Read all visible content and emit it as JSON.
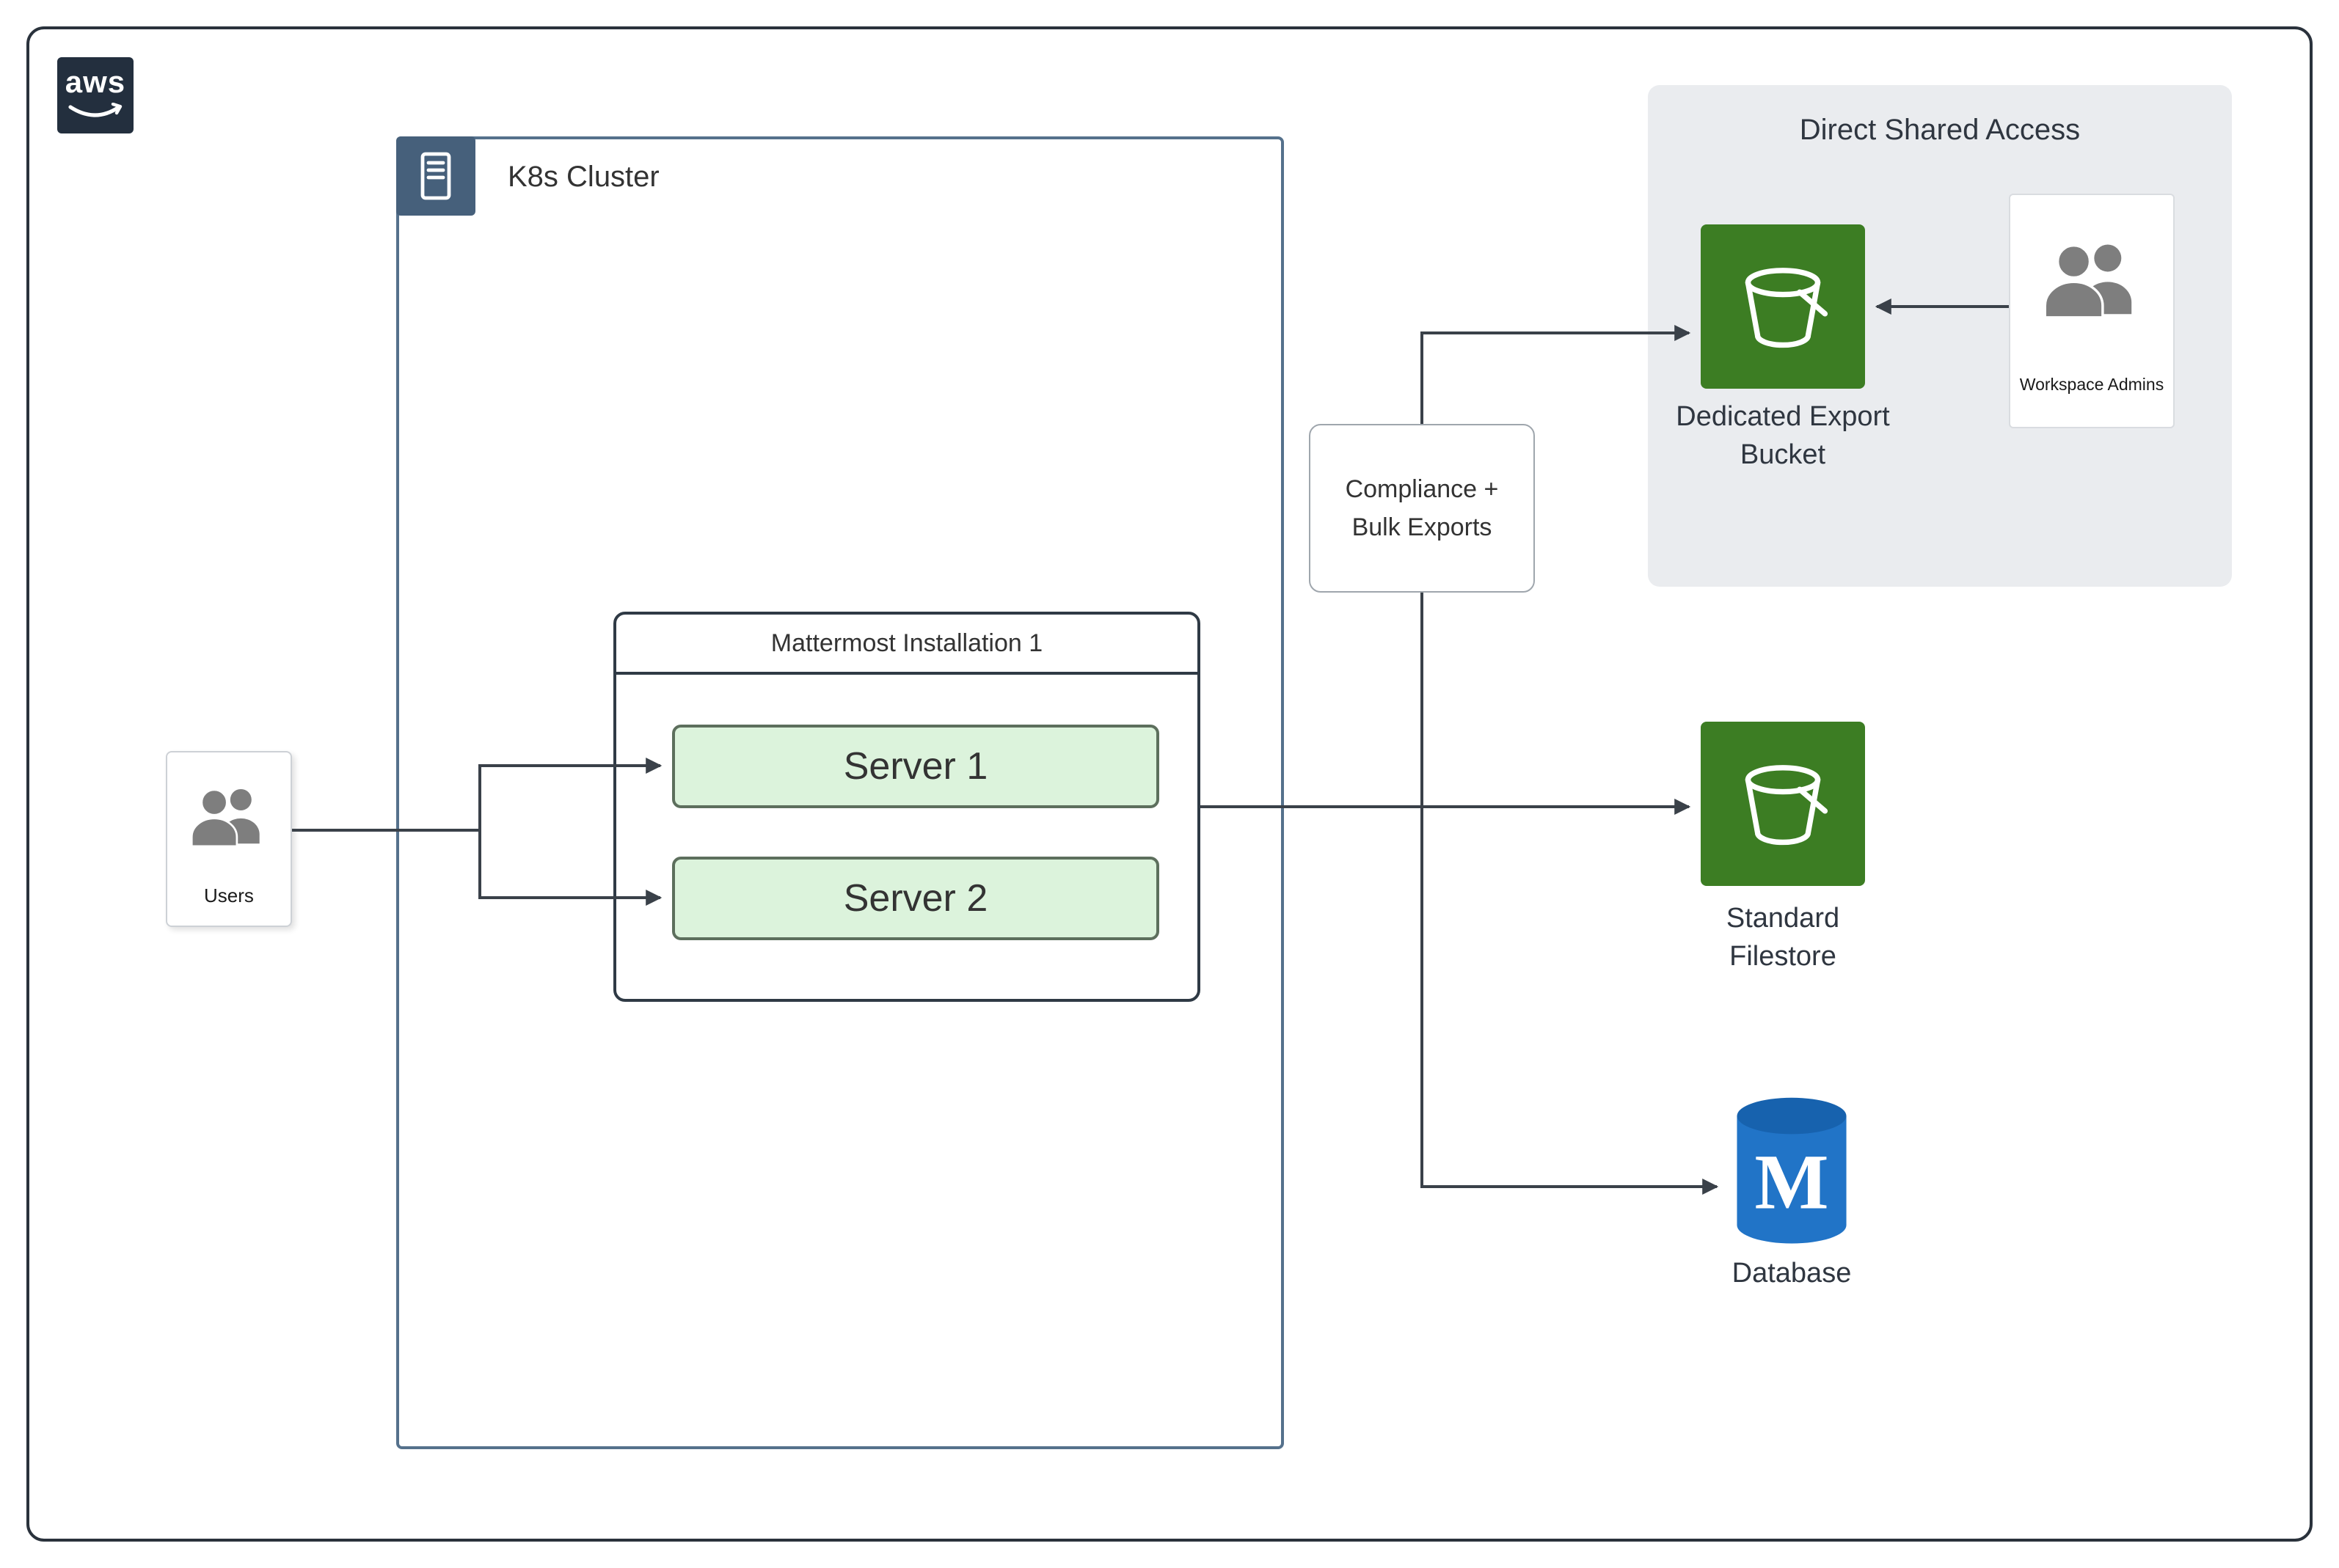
{
  "aws_logo": {
    "text": "aws"
  },
  "k8s_cluster": {
    "label": "K8s Cluster"
  },
  "mattermost": {
    "title": "Mattermost Installation 1",
    "servers": [
      {
        "label": "Server 1"
      },
      {
        "label": "Server 2"
      }
    ]
  },
  "users": {
    "label": "Users"
  },
  "compliance": {
    "line1": "Compliance +",
    "line2": "Bulk Exports"
  },
  "direct_shared_access": {
    "title": "Direct Shared Access",
    "bucket": {
      "line1": "Dedicated Export",
      "line2": "Bucket"
    },
    "workspace_admins": {
      "label": "Workspace Admins"
    }
  },
  "standard_filestore": {
    "line1": "Standard",
    "line2": "Filestore"
  },
  "database": {
    "label": "Database",
    "letter": "M"
  },
  "colors": {
    "bucket_green": "#3C7D23",
    "database_blue_body": "#2174C7",
    "database_blue_top": "#1762AE",
    "server_fill": "#DCF3DC",
    "server_border": "#5D6F5D",
    "cluster_border": "#55718C",
    "cluster_icon_bg": "#46607B",
    "panel_gray": "#EAECEF",
    "connector": "#3A4149",
    "aws_navy": "#232F3E",
    "people_gray": "#7E7E7E"
  }
}
